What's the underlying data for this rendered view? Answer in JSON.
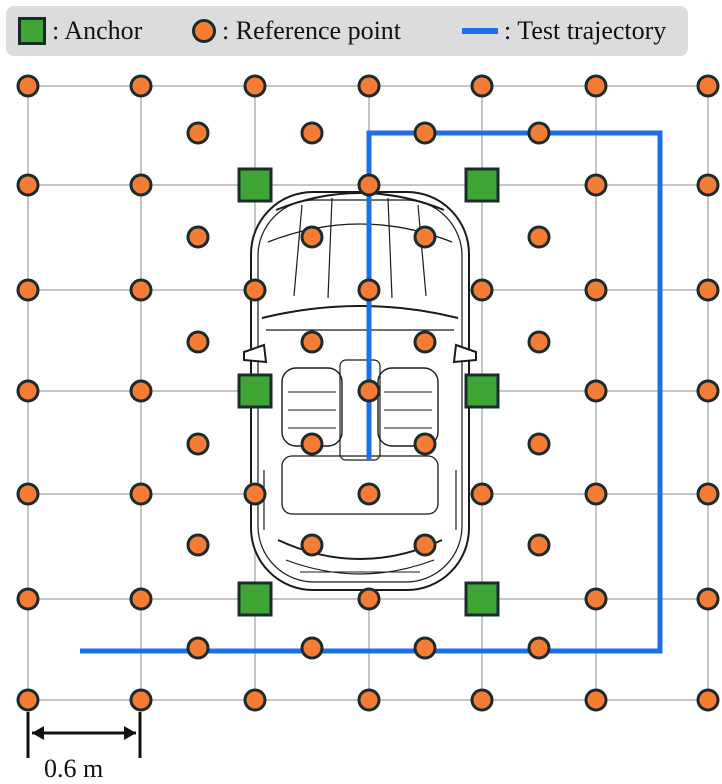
{
  "legend": {
    "anchor_label": ": Anchor",
    "reference_label": ": Reference point",
    "trajectory_label": ": Test trajectory"
  },
  "scale_bar": {
    "label": "0.6 m"
  },
  "colors": {
    "legend_bg": "#dcdcdc",
    "anchor_fill": "#3fa535",
    "marker_stroke": "#1b2a2a",
    "reference_fill": "#f47c35",
    "trajectory": "#1f6fea",
    "grid": "#b4b4b4"
  },
  "elements": {
    "anchors": "6",
    "car_icon": "car-top-view-icon"
  }
}
